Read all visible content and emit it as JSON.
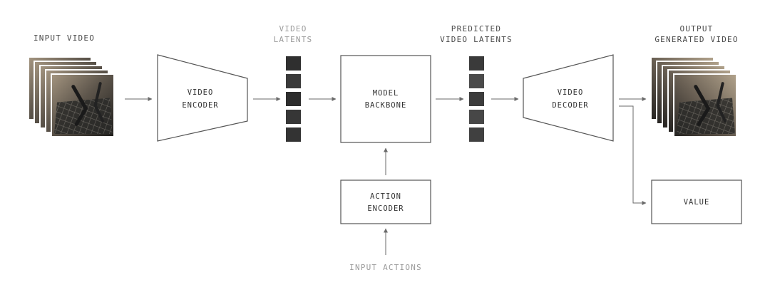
{
  "labels": {
    "input_video": "INPUT VIDEO",
    "video_latents_1": "VIDEO",
    "video_latents_2": "LATENTS",
    "predicted_1": "PREDICTED",
    "predicted_2": "VIDEO LATENTS",
    "output_1": "OUTPUT",
    "output_2": "GENERATED VIDEO",
    "input_actions": "INPUT ACTIONS"
  },
  "blocks": {
    "video_encoder_1": "VIDEO",
    "video_encoder_2": "ENCODER",
    "model_backbone_1": "MODEL",
    "model_backbone_2": "BACKBONE",
    "video_decoder_1": "VIDEO",
    "video_decoder_2": "DECODER",
    "action_encoder_1": "ACTION",
    "action_encoder_2": "ENCODER",
    "value": "VALUE"
  },
  "colors": {
    "line": "#6a6a6a",
    "latent_dark": "#2e2e2e",
    "latent_light": "#4a4a4a",
    "frame_border": "#ffffff"
  },
  "icons": {
    "arrow": "arrow-right-icon",
    "frames": "video-frame-stack-icon"
  }
}
